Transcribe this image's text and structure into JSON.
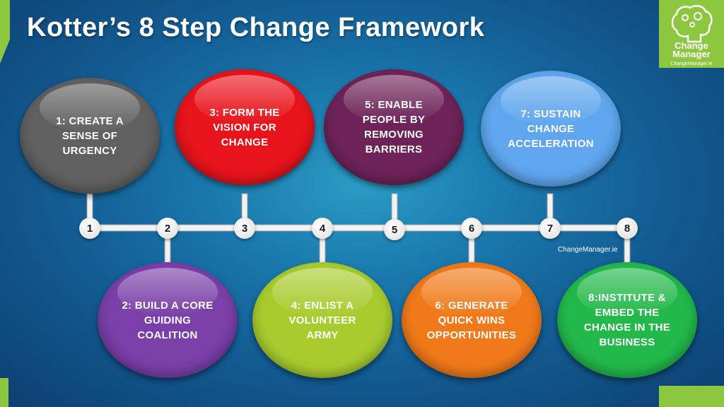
{
  "title": "Kotter’s 8 Step Change Framework",
  "logo": {
    "text_line1": "Change",
    "text_line2": "Manager",
    "url": "ChangeManager.ie"
  },
  "watermark": "ChangeManager.ie",
  "steps": [
    {
      "number": "1",
      "label": "1: CREATE A SENSE OF URGENCY",
      "color": "#606060"
    },
    {
      "number": "2",
      "label": "2: BUILD A CORE GUIDING COALITION",
      "color": "#7a3fa8"
    },
    {
      "number": "3",
      "label": "3: FORM THE VISION FOR CHANGE",
      "color": "#e8141c"
    },
    {
      "number": "4",
      "label": "4: ENLIST A VOLUNTEER ARMY",
      "color": "#a8cc2e"
    },
    {
      "number": "5",
      "label": "5: ENABLE PEOPLE BY REMOVING BARRIERS",
      "color": "#6e2358"
    },
    {
      "number": "6",
      "label": "6: GENERATE QUICK WINS OPPORTUNITIES",
      "color": "#f07a1a"
    },
    {
      "number": "7",
      "label": "7: SUSTAIN CHANGE ACCELERATION",
      "color": "#5fa6ee"
    },
    {
      "number": "8",
      "label": "8:INSTITUTE & EMBED THE CHANGE IN THE BUSINESS",
      "color": "#22b84a"
    }
  ]
}
